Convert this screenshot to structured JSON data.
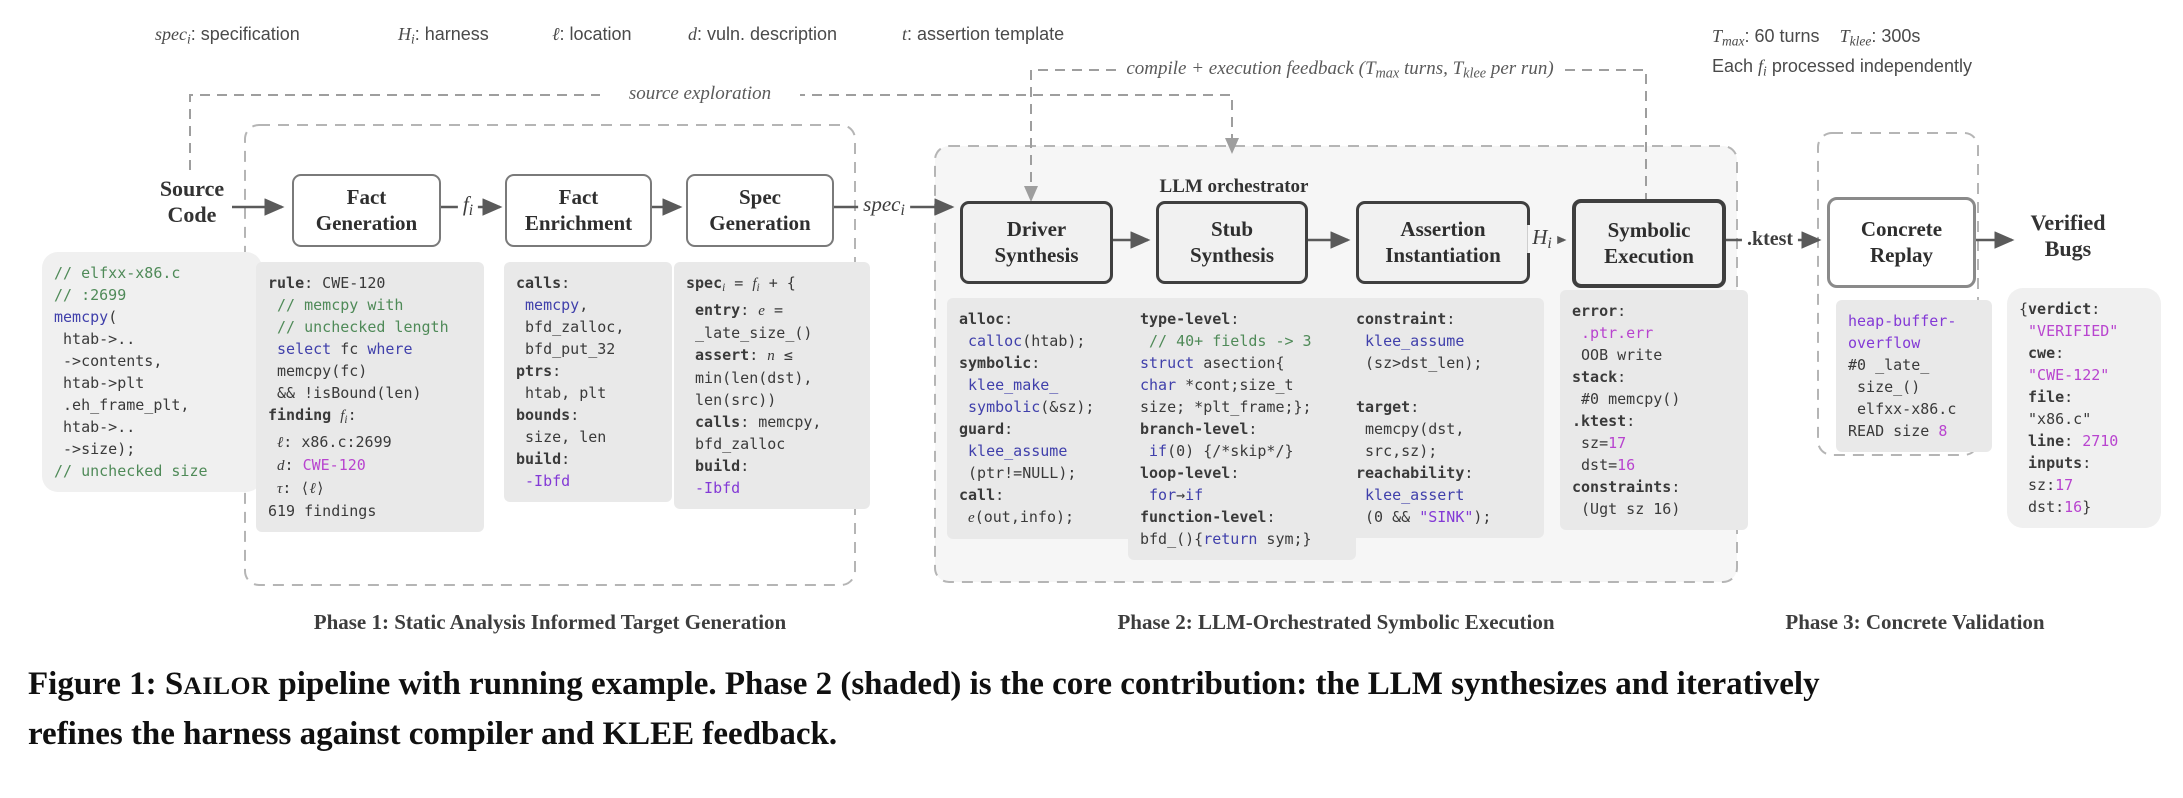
{
  "legend": {
    "spec": [
      [
        "spec",
        "i"
      ],
      [
        "i",
        "s"
      ],
      [
        ": specification",
        ""
      ]
    ],
    "harness": [
      [
        "H",
        "i"
      ],
      [
        "i",
        "s"
      ],
      [
        ": harness",
        ""
      ]
    ],
    "location": [
      [
        "ℓ",
        "i"
      ],
      [
        ": location",
        ""
      ]
    ],
    "vuln": [
      [
        "d",
        "i"
      ],
      [
        ": vuln. description",
        ""
      ]
    ],
    "template": [
      [
        "t",
        "i"
      ],
      [
        ": assertion template",
        ""
      ]
    ]
  },
  "top_right": {
    "line1": [
      [
        "T",
        "i"
      ],
      [
        "max",
        "s"
      ],
      [
        ": 60 turns    ",
        ""
      ],
      [
        "T",
        "i"
      ],
      [
        "klee",
        "s"
      ],
      [
        ": 300s",
        ""
      ]
    ],
    "line2": [
      [
        "Each ",
        ""
      ],
      [
        "f",
        "i"
      ],
      [
        "i",
        "s"
      ],
      [
        " processed independently",
        ""
      ]
    ]
  },
  "flow": {
    "source_exploration": "source exploration",
    "feedback": [
      [
        "compile + execution feedback (",
        ""
      ],
      [
        "T",
        "i"
      ],
      [
        "max",
        "s"
      ],
      [
        " turns, ",
        ""
      ],
      [
        "T",
        "i"
      ],
      [
        "klee",
        "s"
      ],
      [
        " per run)",
        ""
      ]
    ]
  },
  "orchestrator_label": "LLM orchestrator",
  "endpoints": {
    "source": "Source\nCode",
    "verified": "Verified\nBugs"
  },
  "nodes": [
    {
      "id": "fact-generation",
      "label": "Fact\nGeneration"
    },
    {
      "id": "fact-enrichment",
      "label": "Fact\nEnrichment"
    },
    {
      "id": "spec-generation",
      "label": "Spec\nGeneration"
    },
    {
      "id": "driver-synthesis",
      "label": "Driver\nSynthesis"
    },
    {
      "id": "stub-synthesis",
      "label": "Stub\nSynthesis"
    },
    {
      "id": "assertion-instantiation",
      "label": "Assertion\nInstantiation"
    },
    {
      "id": "symbolic-execution",
      "label": "Symbolic\nExecution"
    },
    {
      "id": "concrete-replay",
      "label": "Concrete\nReplay"
    }
  ],
  "edges": {
    "fi": [
      [
        "f",
        "i"
      ],
      [
        "i",
        "s"
      ]
    ],
    "speci": [
      [
        "spec",
        "i"
      ],
      [
        "i",
        "s"
      ]
    ],
    "hi": [
      [
        "H",
        "i"
      ],
      [
        "i",
        "s"
      ]
    ],
    "ktest": ".ktest"
  },
  "phases": [
    {
      "label": "Phase 1: Static Analysis Informed Target Generation"
    },
    {
      "label": "Phase 2: LLM-Orchestrated Symbolic Execution"
    },
    {
      "label": "Phase 3: Concrete Validation"
    }
  ],
  "caption": {
    "line1": [
      [
        "Figure 1: S",
        ""
      ],
      [
        "AILOR",
        "sc"
      ],
      [
        " pipeline with running example. Phase 2 (shaded) is the core contribution: the LLM synthesizes and iteratively",
        ""
      ]
    ],
    "line2": "refines the harness against compiler and KLEE feedback."
  },
  "colors": {
    "comment_green": "#4f8a58",
    "keyword_blue": "#4040ab",
    "value_magenta": "#b844cf",
    "flag_violet": "#8339d6",
    "phase2_fill": "#f6f6f6"
  },
  "code_blocks": {
    "source": [
      [
        [
          "// elfxx-x86.c",
          "c"
        ]
      ],
      [
        [
          "// :2699",
          "c"
        ]
      ],
      [
        [
          "memcpy",
          "b"
        ],
        [
          "(",
          ""
        ]
      ],
      [
        [
          " htab->..",
          ""
        ]
      ],
      [
        [
          " ->contents,",
          ""
        ]
      ],
      [
        [
          " htab->plt",
          ""
        ]
      ],
      [
        [
          " .eh_frame_plt,",
          ""
        ]
      ],
      [
        [
          " htab->..",
          ""
        ]
      ],
      [
        [
          " ->size);",
          ""
        ]
      ],
      [
        [
          "// unchecked size",
          "c"
        ]
      ]
    ],
    "factgen": [
      [
        [
          "rule",
          "k"
        ],
        [
          ": CWE-120",
          ""
        ]
      ],
      [
        [
          " // memcpy with",
          "c"
        ]
      ],
      [
        [
          " // unchecked length",
          "c"
        ]
      ],
      [
        [
          " ",
          ""
        ],
        [
          "select",
          "b"
        ],
        [
          " fc ",
          ""
        ],
        [
          "where",
          "b"
        ]
      ],
      [
        [
          " memcpy(fc)",
          ""
        ]
      ],
      [
        [
          " && !isBound(len)",
          ""
        ]
      ],
      [
        [
          "finding",
          "k"
        ],
        [
          " ",
          ""
        ],
        [
          "f",
          "i"
        ],
        [
          "i",
          "s"
        ],
        [
          ":",
          ""
        ]
      ],
      [
        [
          " ",
          ""
        ],
        [
          "ℓ",
          "i"
        ],
        [
          ": x86.c:2699",
          ""
        ]
      ],
      [
        [
          " ",
          ""
        ],
        [
          "d",
          "i"
        ],
        [
          ": ",
          ""
        ],
        [
          "CWE-120",
          "m"
        ]
      ],
      [
        [
          " ",
          ""
        ],
        [
          "τ",
          "i"
        ],
        [
          ": ⟨",
          ""
        ],
        [
          "ℓ",
          "i"
        ],
        [
          "⟩",
          ""
        ]
      ],
      [
        [
          "619 findings",
          ""
        ]
      ]
    ],
    "enrich": [
      [
        [
          "calls",
          "k"
        ],
        [
          ":",
          ""
        ]
      ],
      [
        [
          " ",
          ""
        ],
        [
          "memcpy",
          "b"
        ],
        [
          ",",
          ""
        ]
      ],
      [
        [
          " bfd_zalloc,",
          ""
        ]
      ],
      [
        [
          " bfd_put_32",
          ""
        ]
      ],
      [
        [
          "ptrs",
          "k"
        ],
        [
          ":",
          ""
        ]
      ],
      [
        [
          " htab, plt",
          ""
        ]
      ],
      [
        [
          "bounds",
          "k"
        ],
        [
          ":",
          ""
        ]
      ],
      [
        [
          " size, len",
          ""
        ]
      ],
      [
        [
          "build",
          "k"
        ],
        [
          ":",
          ""
        ]
      ],
      [
        [
          " ",
          ""
        ],
        [
          "-Ibfd",
          "v"
        ]
      ]
    ],
    "specgen": [
      [
        [
          "spec",
          "k"
        ],
        [
          "i",
          "s"
        ],
        [
          " = ",
          ""
        ],
        [
          "f",
          "i"
        ],
        [
          "i",
          "s"
        ],
        [
          " + {",
          ""
        ]
      ],
      [
        [
          " ",
          ""
        ],
        [
          "entry",
          "k"
        ],
        [
          ": ",
          ""
        ],
        [
          "e",
          "i"
        ],
        [
          " =",
          ""
        ]
      ],
      [
        [
          " _late_size_()",
          ""
        ]
      ],
      [
        [
          " ",
          ""
        ],
        [
          "assert",
          "k"
        ],
        [
          ": ",
          ""
        ],
        [
          "n",
          "i"
        ],
        [
          " ≤",
          ""
        ]
      ],
      [
        [
          " min(len(dst),",
          ""
        ]
      ],
      [
        [
          " len(src))",
          ""
        ]
      ],
      [
        [
          " ",
          ""
        ],
        [
          "calls",
          "k"
        ],
        [
          ": memcpy,",
          ""
        ]
      ],
      [
        [
          " bfd_zalloc",
          ""
        ]
      ],
      [
        [
          " ",
          ""
        ],
        [
          "build",
          "k"
        ],
        [
          ":",
          ""
        ]
      ],
      [
        [
          " ",
          ""
        ],
        [
          "-Ibfd",
          "v"
        ]
      ]
    ],
    "driver": [
      [
        [
          "alloc",
          "k"
        ],
        [
          ":",
          ""
        ]
      ],
      [
        [
          " ",
          ""
        ],
        [
          "calloc",
          "b"
        ],
        [
          "(htab);",
          ""
        ]
      ],
      [
        [
          "symbolic",
          "k"
        ],
        [
          ":",
          ""
        ]
      ],
      [
        [
          " ",
          ""
        ],
        [
          "klee_make_",
          "b"
        ]
      ],
      [
        [
          " ",
          ""
        ],
        [
          "symbolic",
          "b"
        ],
        [
          "(&sz);",
          ""
        ]
      ],
      [
        [
          "guard",
          "k"
        ],
        [
          ":",
          ""
        ]
      ],
      [
        [
          " ",
          ""
        ],
        [
          "klee_assume",
          "b"
        ]
      ],
      [
        [
          " (ptr!=NULL);",
          ""
        ]
      ],
      [
        [
          "call",
          "k"
        ],
        [
          ":",
          ""
        ]
      ],
      [
        [
          " ",
          ""
        ],
        [
          "e",
          "i"
        ],
        [
          "(out,info);",
          ""
        ]
      ]
    ],
    "stub": [
      [
        [
          "type-level",
          "k"
        ],
        [
          ":",
          ""
        ]
      ],
      [
        [
          " // 40+ fields -> 3",
          "c"
        ]
      ],
      [
        [
          "struct",
          "b"
        ],
        [
          " asection{",
          ""
        ]
      ],
      [
        [
          "char",
          "b"
        ],
        [
          " *cont;size_t",
          ""
        ]
      ],
      [
        [
          "size; *plt_frame;};",
          ""
        ]
      ],
      [
        [
          "branch-level",
          "k"
        ],
        [
          ":",
          ""
        ]
      ],
      [
        [
          " ",
          ""
        ],
        [
          "if",
          "b"
        ],
        [
          "(0) {/*skip*/}",
          ""
        ]
      ],
      [
        [
          "loop-level",
          "k"
        ],
        [
          ":",
          ""
        ]
      ],
      [
        [
          " ",
          ""
        ],
        [
          "for",
          "b"
        ],
        [
          "→",
          ""
        ],
        [
          "if",
          "b"
        ]
      ],
      [
        [
          "function-level",
          "k"
        ],
        [
          ":",
          ""
        ]
      ],
      [
        [
          "bfd_(){",
          ""
        ],
        [
          "return",
          "b"
        ],
        [
          " sym;}",
          ""
        ]
      ]
    ],
    "assertion": [
      [
        [
          "constraint",
          "k"
        ],
        [
          ":",
          ""
        ]
      ],
      [
        [
          " ",
          ""
        ],
        [
          "klee_assume",
          "b"
        ]
      ],
      [
        [
          " (sz>dst_len);",
          ""
        ]
      ],
      [
        [
          " ",
          ""
        ]
      ],
      [
        [
          "target",
          "k"
        ],
        [
          ":",
          ""
        ]
      ],
      [
        [
          " memcpy(dst,",
          ""
        ]
      ],
      [
        [
          " src,sz);",
          ""
        ]
      ],
      [
        [
          "reachability",
          "k"
        ],
        [
          ":",
          ""
        ]
      ],
      [
        [
          " ",
          ""
        ],
        [
          "klee_assert",
          "b"
        ]
      ],
      [
        [
          " (0 && ",
          ""
        ],
        [
          "\"SINK\"",
          "v"
        ],
        [
          ");",
          ""
        ]
      ]
    ],
    "symbolic": [
      [
        [
          "error",
          "k"
        ],
        [
          ":",
          ""
        ]
      ],
      [
        [
          " ",
          ""
        ],
        [
          ".ptr.err",
          "m"
        ]
      ],
      [
        [
          " OOB write",
          ""
        ]
      ],
      [
        [
          "stack",
          "k"
        ],
        [
          ":",
          ""
        ]
      ],
      [
        [
          " #0 memcpy()",
          ""
        ]
      ],
      [
        [
          ".ktest",
          "k"
        ],
        [
          ":",
          ""
        ]
      ],
      [
        [
          " sz=",
          ""
        ],
        [
          "17",
          "m"
        ]
      ],
      [
        [
          " dst=",
          ""
        ],
        [
          "16",
          "m"
        ]
      ],
      [
        [
          "constraints",
          "k"
        ],
        [
          ":",
          ""
        ]
      ],
      [
        [
          " (Ugt sz 16)",
          ""
        ]
      ]
    ],
    "concrete": [
      [
        [
          "heap-buffer-",
          "v"
        ]
      ],
      [
        [
          "overflow",
          "v"
        ]
      ],
      [
        [
          "#0 _late_",
          ""
        ]
      ],
      [
        [
          " size_()",
          ""
        ]
      ],
      [
        [
          " elfxx-x86.c",
          ""
        ]
      ],
      [
        [
          "READ size ",
          ""
        ],
        [
          "8",
          "m"
        ]
      ]
    ],
    "verified": [
      [
        [
          "{",
          ""
        ],
        [
          "verdict",
          "k"
        ],
        [
          ":",
          ""
        ]
      ],
      [
        [
          " ",
          ""
        ],
        [
          "\"VERIFIED\"",
          "m"
        ]
      ],
      [
        [
          " ",
          ""
        ],
        [
          "cwe",
          "k"
        ],
        [
          ":",
          ""
        ]
      ],
      [
        [
          " ",
          ""
        ],
        [
          "\"CWE-122\"",
          "m"
        ]
      ],
      [
        [
          " ",
          ""
        ],
        [
          "file",
          "k"
        ],
        [
          ":",
          ""
        ]
      ],
      [
        [
          " \"x86.c\"",
          ""
        ]
      ],
      [
        [
          " ",
          ""
        ],
        [
          "line",
          "k"
        ],
        [
          ": ",
          ""
        ],
        [
          "2710",
          "m"
        ]
      ],
      [
        [
          " ",
          ""
        ],
        [
          "inputs",
          "k"
        ],
        [
          ":",
          ""
        ]
      ],
      [
        [
          " sz:",
          ""
        ],
        [
          "17",
          "m"
        ]
      ],
      [
        [
          " dst:",
          ""
        ],
        [
          "16",
          "m"
        ],
        [
          "}",
          ""
        ]
      ]
    ]
  }
}
